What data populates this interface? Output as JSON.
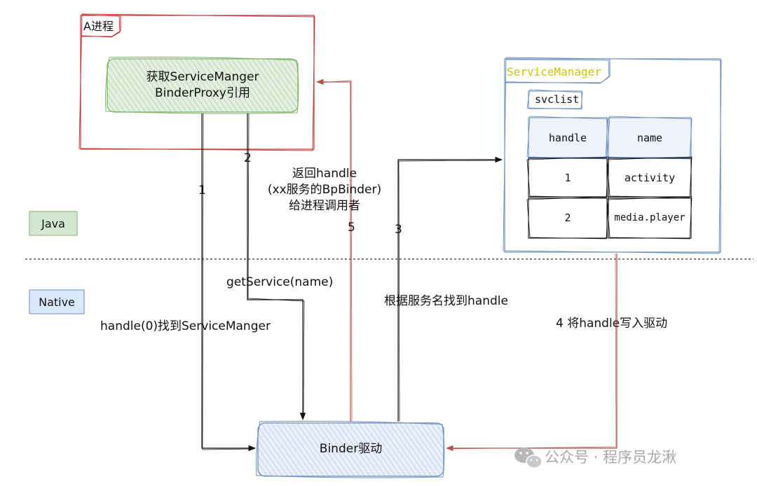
{
  "process": {
    "label": "A进程"
  },
  "nodes": {
    "get_sm_line1": "获取ServiceManger",
    "get_sm_line2": "BinderProxy引用",
    "binder_driver": "Binder驱动"
  },
  "layers": {
    "java": "Java",
    "native": "Native"
  },
  "service_manager": {
    "title": "ServiceManager",
    "svclist": "svclist",
    "table": {
      "headers": [
        "handle",
        "name"
      ],
      "rows": [
        [
          "1",
          "activity"
        ],
        [
          "2",
          "media.player"
        ]
      ]
    }
  },
  "edges": {
    "step1_number": "1",
    "step1_label": "handle(0)找到ServiceManger",
    "step2_number": "2",
    "step2_label": "getService(name)",
    "step3_number": "3",
    "step3_label": "根据服务名找到handle",
    "step4_label": "4 将handle写入驱动",
    "step5_number": "5",
    "step5_line1": "返回handle",
    "step5_line2": "(xx服务的BpBinder)",
    "step5_line3": "给进程调用者"
  },
  "watermark": {
    "text": "公众号 · 程序员龙湫"
  },
  "colors": {
    "process_border": "#c33a3a",
    "node_green_fill": "#d5e8d4",
    "node_green_border": "#82b366",
    "node_blue_fill": "#dae8fc",
    "node_blue_border": "#6c8ebf",
    "service_manager_title": "#c9c900",
    "return_arrow": "#b85450",
    "black_arrow": "#111111"
  }
}
